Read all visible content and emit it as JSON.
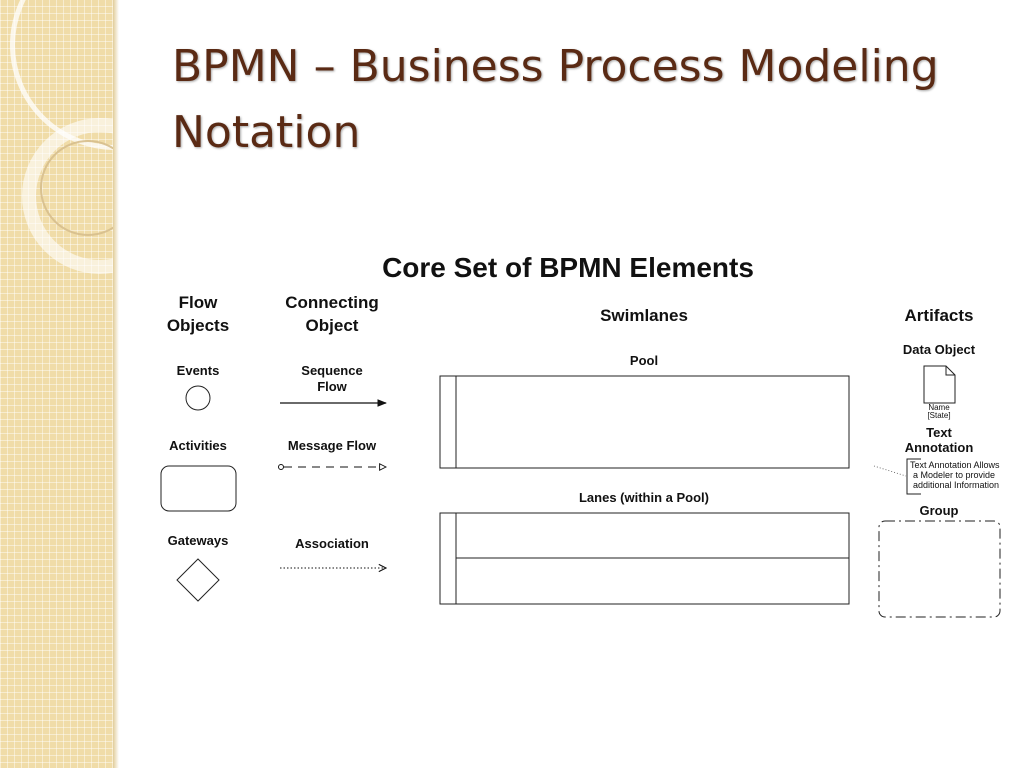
{
  "slide": {
    "title": "BPMN – Business Process Modeling Notation"
  },
  "diagram": {
    "title": "Core Set of BPMN Elements",
    "flow_objects": {
      "heading_line1": "Flow",
      "heading_line2": "Objects",
      "events": "Events",
      "activities": "Activities",
      "gateways": "Gateways"
    },
    "connecting_object": {
      "heading_line1": "Connecting",
      "heading_line2": "Object",
      "sequence_flow_line1": "Sequence",
      "sequence_flow_line2": "Flow",
      "message_flow": "Message Flow",
      "association": "Association"
    },
    "swimlanes": {
      "heading": "Swimlanes",
      "pool": "Pool",
      "lanes": "Lanes (within a Pool)"
    },
    "artifacts": {
      "heading": "Artifacts",
      "data_object": "Data Object",
      "data_object_name": "Name",
      "data_object_state": "[State]",
      "text_annotation_line1": "Text",
      "text_annotation_line2": "Annotation",
      "annotation_text_line1": "Text Annotation Allows",
      "annotation_text_line2": "a Modeler to provide",
      "annotation_text_line3": "additional Information",
      "group": "Group"
    }
  },
  "colors": {
    "title": "#5a2a14",
    "side_panel": "#f0dca8",
    "ink": "#111111"
  }
}
